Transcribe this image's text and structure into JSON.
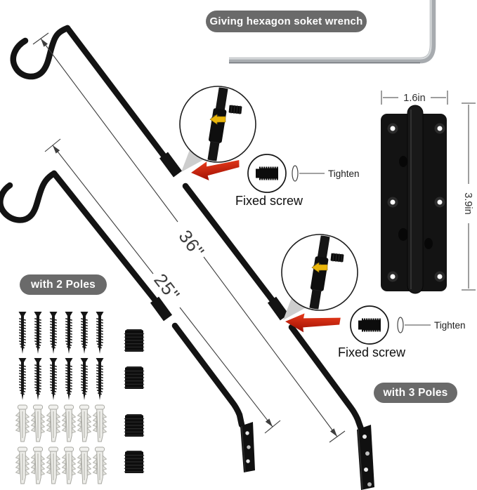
{
  "callout_pills": {
    "wrench": "Giving hexagon soket wrench",
    "two_poles": "with 2 Poles",
    "three_poles": "with 3 Poles"
  },
  "annotations": {
    "fixed_screw_upper": {
      "label": "Fixed screw",
      "action": "Tighten"
    },
    "fixed_screw_lower": {
      "label": "Fixed screw",
      "action": "Tighten"
    }
  },
  "dimensions": {
    "pole_long": "36\"",
    "pole_short": "25\"",
    "bracket_width": "1.6in",
    "bracket_height": "3.9in"
  },
  "hardware": {
    "screws_count": 12,
    "wall_anchors_count": 12,
    "set_screws_count": 4
  },
  "colors": {
    "pill_bg": "#6a6a6a",
    "pill_text": "#ffffff",
    "pole": "#131313",
    "red_arrow": "#ce1a0a",
    "yellow_arrow": "#e9b50c",
    "dim_line": "#3d3d3d",
    "wrench_metal": "#a7abaf"
  }
}
